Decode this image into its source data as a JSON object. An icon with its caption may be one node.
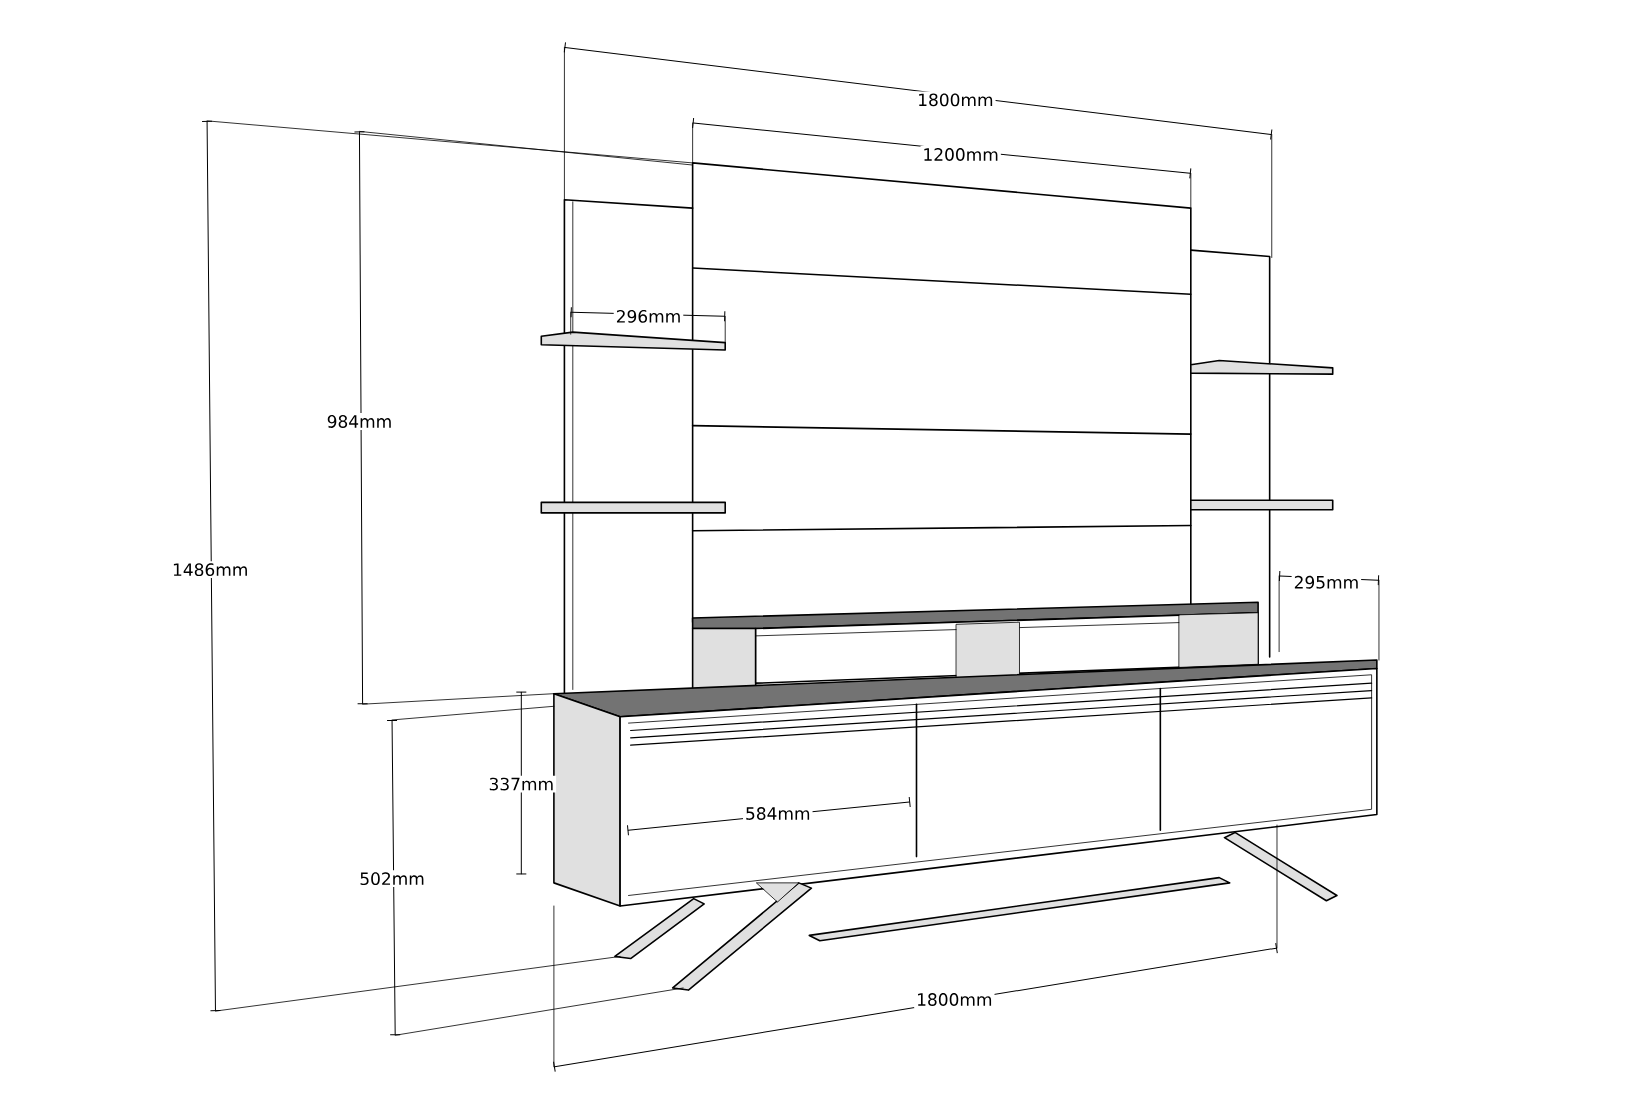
{
  "diagram": {
    "labels": [
      "1800mm",
      "1200mm",
      "296mm",
      "984mm",
      "1486mm",
      "295mm",
      "337mm",
      "584mm",
      "502mm",
      "1800mm"
    ]
  }
}
